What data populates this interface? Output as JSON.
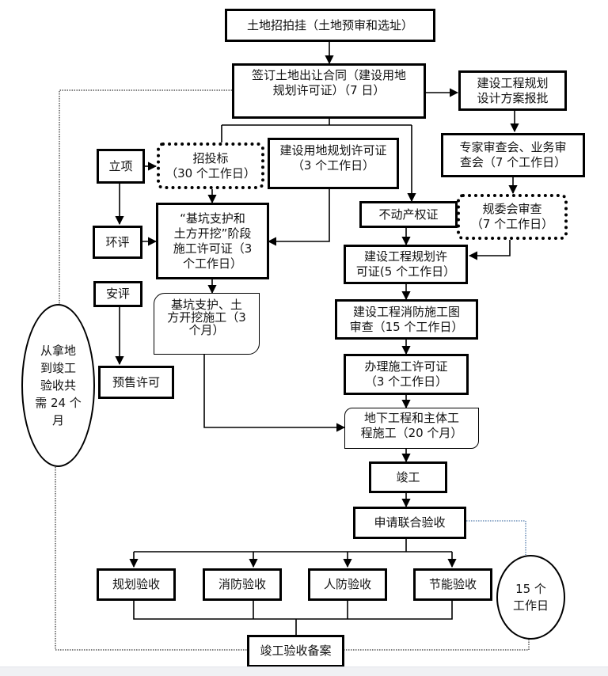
{
  "diagram": {
    "title": "房地产开发报建流程图",
    "nodes": {
      "land_auction": "土地招拍挂（土地预审和选址）",
      "land_contract": "签订土地出让合同（建设用地\n规划许可证）（7 日）",
      "design_approval": "建设工程规划\n设计方案报批",
      "expert_review": "专家审查会、业务审\n查会（7 个工作日）",
      "committee_review": "规委会审查\n（7 个工作日）",
      "project_approval": "立项",
      "bidding": "招投标\n（30 个工作日）",
      "land_use_permit": "建设用地规划许可证\n（3 个工作日）",
      "env_assessment": "环评",
      "pit_permit": "“基坑支护和\n土方开挖”阶段\n施工许可证（3\n个工作日）",
      "property_cert": "不动产权证",
      "eng_planning_permit": "建设工程规划许\n可证(5 个工作日）",
      "safety_assessment": "安评",
      "pit_construction": "基坑支护、土\n方开挖施工（3\n个月）",
      "fire_review": "建设工程消防施工图\n审查（15 个工作日）",
      "presale_permit": "预售许可",
      "construction_permit": "办理施工许可证\n（3 个工作日）",
      "main_construction": "地下工程和主体工\n程施工（20 个月）",
      "completion": "竣工",
      "joint_acceptance": "申请联合验收",
      "acc_planning": "规划验收",
      "acc_fire": "消防验收",
      "acc_civil_defense": "人防验收",
      "acc_energy": "节能验收",
      "filing": "竣工验收备案",
      "total_duration": "从拿地\n到竣工\n验收共\n需 24 个\n月",
      "acceptance_duration": "15 个\n工作日"
    },
    "colors": {
      "line": "#000000",
      "dotted_note_line": "#555555",
      "dotted_blue_line": "#6d8fb8",
      "background": "#ffffff"
    }
  }
}
